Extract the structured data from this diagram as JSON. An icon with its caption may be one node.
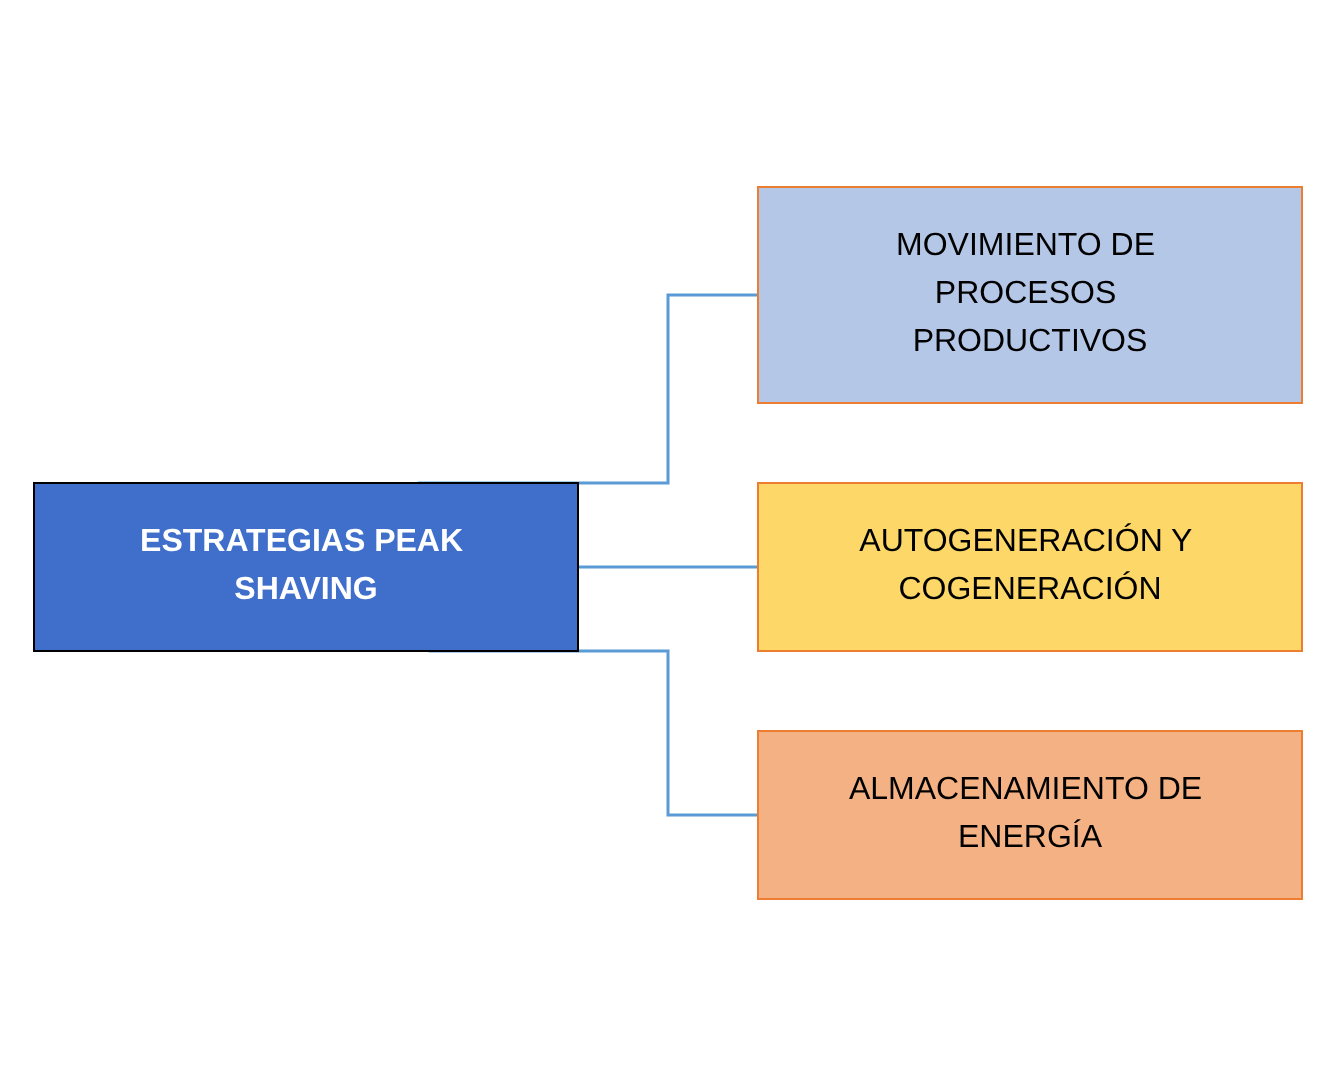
{
  "diagram": {
    "nodes": [
      {
        "text": [
          "ESTRATEGIAS PEAK SHAVING"
        ]
      },
      {
        "text": [
          "MOVIMIENTO DE PROCESOS PRODUCTIVOS"
        ]
      },
      {
        "text": [
          "AUTOGENERACIÓN Y COGENERACIÓN"
        ]
      },
      {
        "text": [
          "ALMACENAMIENTO DE ENERGÍA"
        ]
      }
    ],
    "edges": [
      {
        "from": 0,
        "to": 1,
        "arrow": "none"
      },
      {
        "from": 0,
        "to": 2,
        "arrow": "none"
      },
      {
        "from": 0,
        "to": 3,
        "arrow": "none"
      }
    ]
  }
}
